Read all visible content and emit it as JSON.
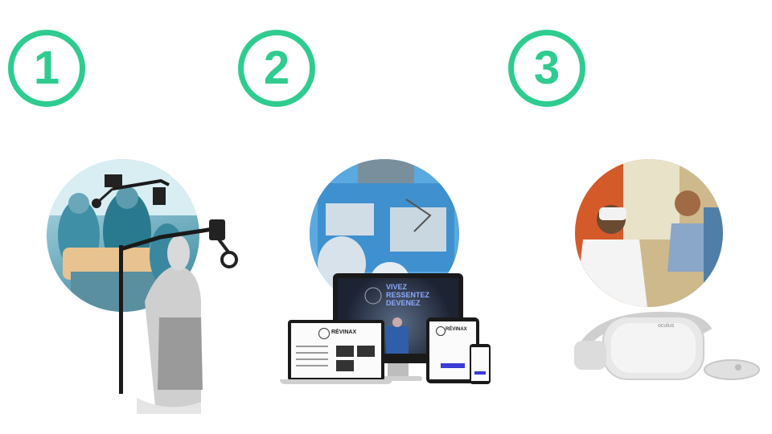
{
  "steps": [
    {
      "number": "1"
    },
    {
      "number": "2"
    },
    {
      "number": "3"
    }
  ],
  "colors": {
    "accent": "#2ecc8f"
  },
  "screen": {
    "headline_1": "VIVEZ",
    "headline_2": "RESSENTEZ",
    "headline_3": "DEVENEZ",
    "brand": "RÉVINAX"
  },
  "headset": {
    "brand": "oculus"
  }
}
